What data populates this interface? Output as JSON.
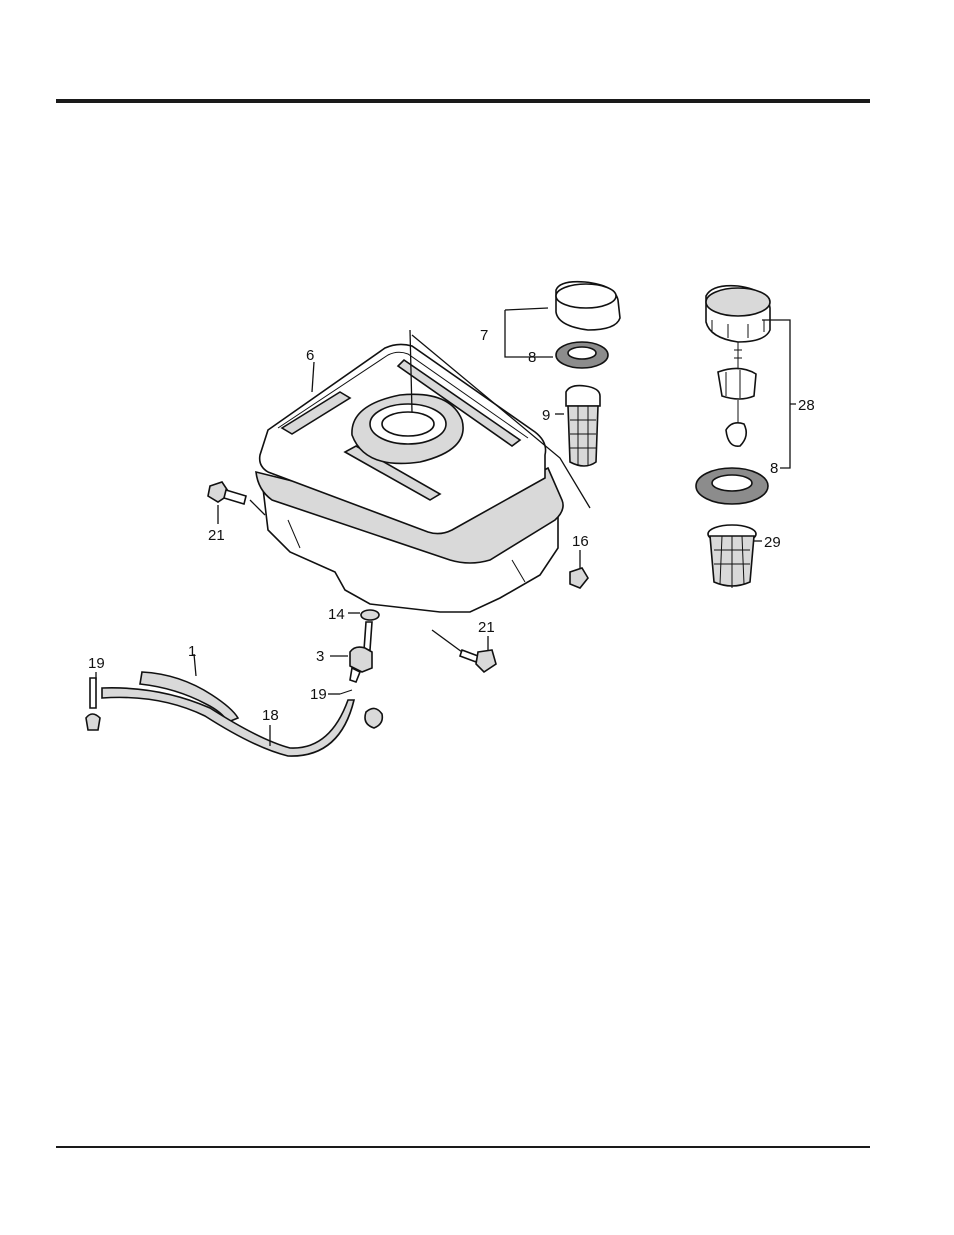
{
  "diagram": {
    "callouts": {
      "c1": "1",
      "c3": "3",
      "c6": "6",
      "c7": "7",
      "c8a": "8",
      "c8b": "8",
      "c9": "9",
      "c14": "14",
      "c16": "16",
      "c18": "18",
      "c19a": "19",
      "c19b": "19",
      "c21a": "21",
      "c21b": "21",
      "c28": "28",
      "c29": "29"
    },
    "parts": [
      "fuel-hose-1",
      "fuel-valve-3",
      "fuel-tank-6",
      "fuel-cap-7",
      "cap-gasket-8",
      "fuel-strainer-9",
      "washer-14",
      "nut-16",
      "fuel-tube-18",
      "hose-clip-19",
      "flange-bolt-21",
      "fuel-cap-assy-28",
      "fuel-filter-29"
    ]
  }
}
